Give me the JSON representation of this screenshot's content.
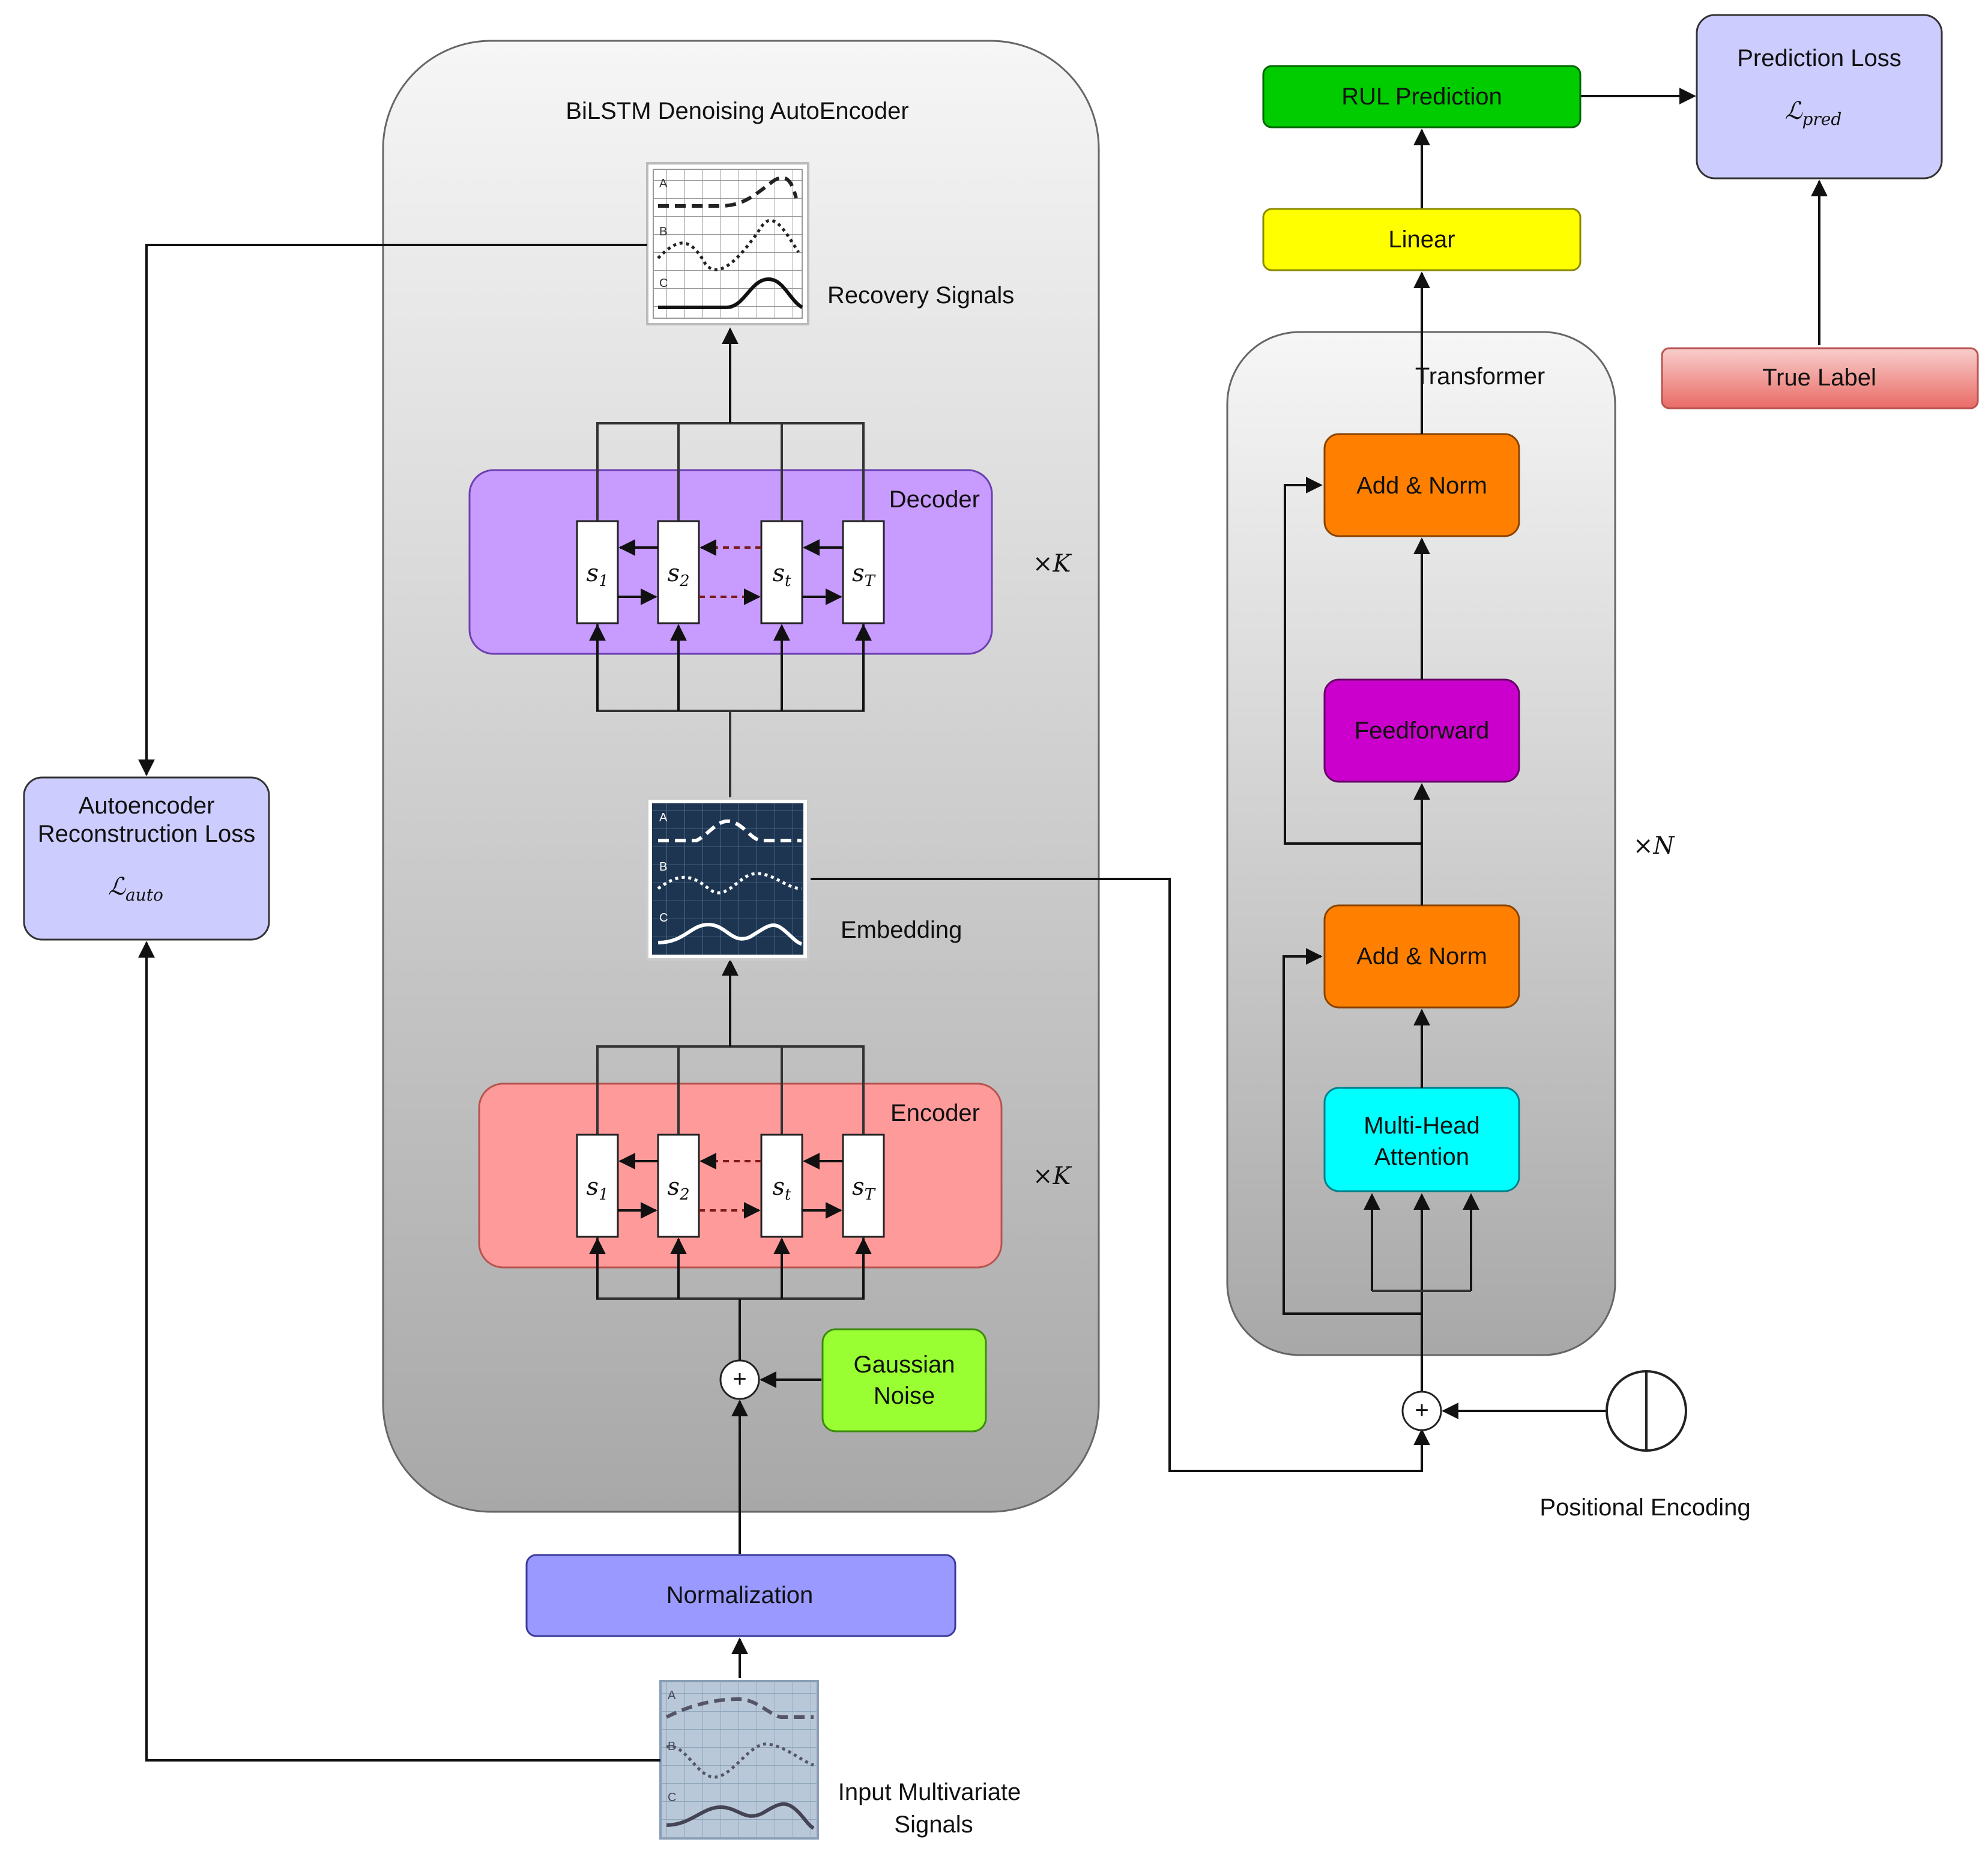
{
  "autoencoder": {
    "title": "BiLSTM Denoising AutoEncoder",
    "decoder_label": "Decoder",
    "encoder_label": "Encoder",
    "repeat_label": "×K",
    "cells": [
      "s",
      "s",
      "s",
      "s"
    ],
    "cell_subscripts": [
      "1",
      "2",
      "t",
      "T"
    ]
  },
  "signals": {
    "recovery_label": "Recovery Signals",
    "embedding_label": "Embedding",
    "input_label_line1": "Input Multivariate",
    "input_label_line2": "Signals",
    "channel_letters": [
      "A",
      "B",
      "C"
    ]
  },
  "blocks": {
    "normalization": "Normalization",
    "gaussian_noise_line1": "Gaussian",
    "gaussian_noise_line2": "Noise",
    "recon_loss_line1": "Autoencoder",
    "recon_loss_line2": "Reconstruction Loss",
    "recon_loss_symbol": "ℒ",
    "recon_loss_sub": "auto"
  },
  "transformer": {
    "title": "Transformer",
    "add_norm_top": "Add & Norm",
    "feedforward": "Feedforward",
    "add_norm_bottom": "Add & Norm",
    "mha_line1": "Multi-Head",
    "mha_line2": "Attention",
    "repeat_label": "×N",
    "positional_encoding": "Positional Encoding"
  },
  "head": {
    "linear": "Linear",
    "rul_prediction": "RUL Prediction",
    "prediction_loss": "Prediction Loss",
    "pred_loss_symbol": "ℒ",
    "pred_loss_sub": "pred",
    "true_label": "True Label"
  },
  "plus_symbol": "+",
  "colors": {
    "decoder": "#c89bff",
    "encoder": "#ff9a9a",
    "normalization": "#9999ff",
    "gaussian_noise": "#99ff33",
    "loss_box": "#ccccff",
    "add_norm": "#ff8000",
    "feedforward": "#cc00cc",
    "attention": "#00ffff",
    "linear": "#ffff00",
    "rul_prediction": "#00cc00",
    "true_label": "#ea6b66"
  }
}
